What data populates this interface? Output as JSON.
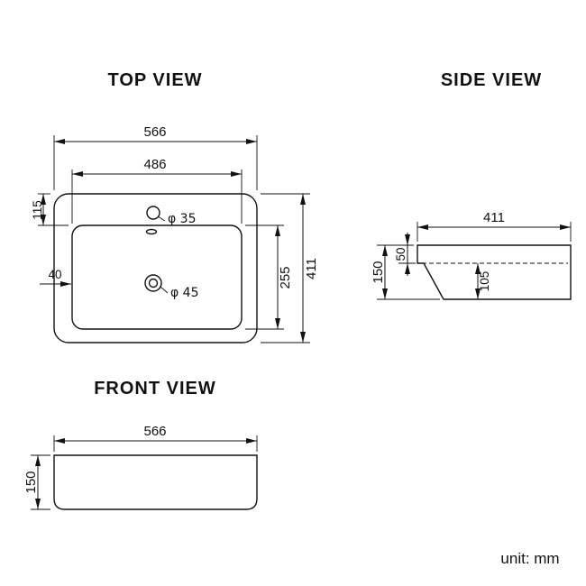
{
  "unit_label": "unit: mm",
  "top_view": {
    "title": "TOP VIEW",
    "outer_width_mm": "566",
    "inner_width_mm": "486",
    "deck_depth_mm": "115",
    "outer_depth_mm": "411",
    "inner_depth_mm": "255",
    "rim_width_mm": "40",
    "faucet_hole_label": "φ 35",
    "drain_hole_label": "φ 45"
  },
  "side_view": {
    "title": "SIDE VIEW",
    "depth_mm": "411",
    "rim_height_mm": "50",
    "overall_height_mm": "150",
    "bowl_depth_mm": "105"
  },
  "front_view": {
    "title": "FRONT VIEW",
    "width_mm": "566",
    "height_mm": "150"
  }
}
